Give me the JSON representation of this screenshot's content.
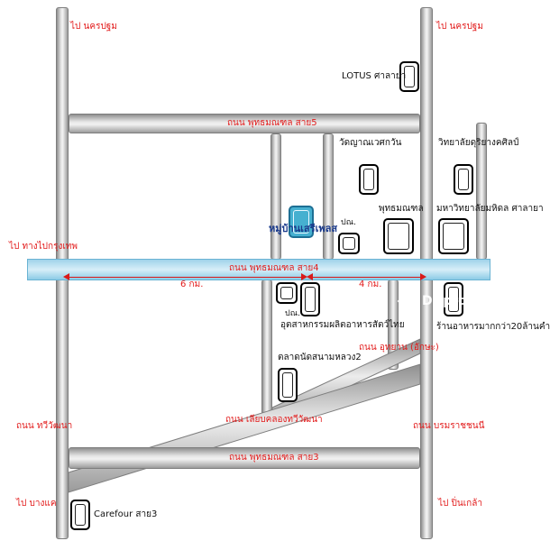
{
  "labels": {
    "to_nakhon_pathom_left": "ไป นครปฐม",
    "to_nakhon_pathom_right": "ไป นครปฐม",
    "lotus": "LOTUS ศาลายา",
    "road_line5": "ถนน พุทธมณฑล สาย5",
    "wat_yan": "วัดญาณเวศกวัน",
    "college": "วิทยาลัยดุริยางคศิลป์",
    "project": "หมู่บ้านเสรีเพลส",
    "post_office_top": "ปณ.",
    "phutthamonthon": "พุทธมณฑล",
    "mahidol": "มหาวิทยาลัยมหิดล ศาลายา",
    "to_bangkok": "ไป ทางไปกรุงเทพ",
    "road_line4": "ถนน พุทธมณฑล สาย4",
    "dist_left": "6 กม.",
    "dist_right": "4 กม.",
    "post_office_bottom": "ปณ.",
    "food_institute": "อุตสาหกรรมผลิตอาหารสัตว์ไทย",
    "shop": "ร้านอาหารมากกว่า20ล้านคำ",
    "road_utthayan": "ถนน อุทยาน (อักษะ)",
    "market": "ตลาดนัดสนามหลวง2",
    "road_thawi": "ถนน ทวีวัฒนา",
    "road_liap": "ถนน เลียบคลองทวีวัฒนา",
    "road_borom": "ถนน บรมราชชนนี",
    "road_line3": "ถนน พุทธมณฑล สาย3",
    "to_bang_khae": "ไป บางแค",
    "carefour": "Carefour สาย3",
    "to_pinklao": "ไป ปิ่นเกล้า",
    "watermark": "DDproperty"
  },
  "colors": {
    "label_red": "#e21b1b",
    "main_road_blue": "#a8d8ee",
    "project_icon": "#46b0d0",
    "road_gray": "#cfcfcf"
  }
}
